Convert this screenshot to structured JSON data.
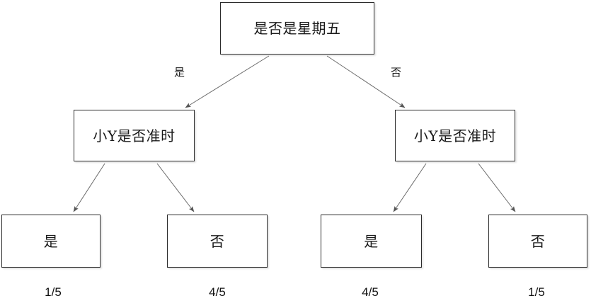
{
  "diagram": {
    "type": "decision-tree",
    "root": {
      "label": "是否是星期五"
    },
    "branch_labels": {
      "yes": "是",
      "no": "否"
    },
    "level2": [
      {
        "label": "小Y是否准时"
      },
      {
        "label": "小Y是否准时"
      }
    ],
    "leaves": [
      {
        "label": "是",
        "probability": "1/5"
      },
      {
        "label": "否",
        "probability": "4/5"
      },
      {
        "label": "是",
        "probability": "4/5"
      },
      {
        "label": "否",
        "probability": "1/5"
      }
    ],
    "colors": {
      "box_border": "#2b2b2b",
      "box_fill": "#ffffff",
      "edge_line": "#6b6b6b",
      "text": "#1a1a1a",
      "background": "#ffffff"
    }
  }
}
